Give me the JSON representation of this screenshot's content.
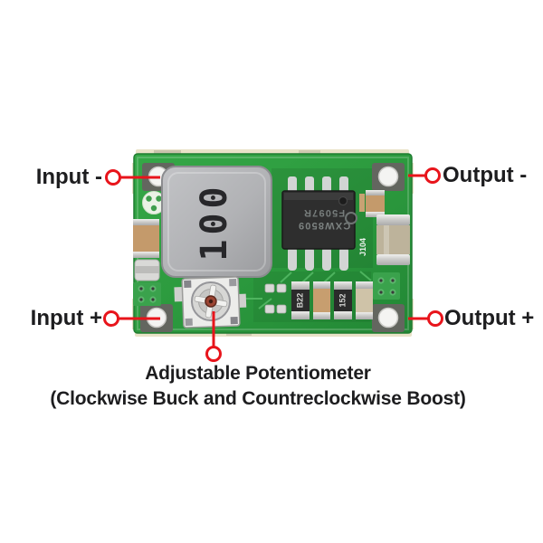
{
  "diagram_title": "Mini DC-DC converter module pinout diagram",
  "annotations": {
    "input_minus": "Input -",
    "input_plus": "Input +",
    "output_minus": "Output -",
    "output_plus": "Output +",
    "pot_title": "Adjustable Potentiometer",
    "pot_subtitle": "(Clockwise Buck and Countreclockwise Boost)"
  },
  "board_markings": {
    "inductor_value": "100",
    "ic_line1": "CXW8509",
    "ic_line2": "F5097R",
    "silkscreen_ref": "J104",
    "resistor1": "B22",
    "resistor2": "152"
  },
  "colors": {
    "annotation_red": "#e8141b",
    "label_text": "#1d1d1f",
    "pcb_green": "#2f9e41",
    "pcb_green_dark": "#1f7c31",
    "board_edge_cream": "#e9e2c8",
    "inductor_gray": "#b1b2b5",
    "ic_black": "#2e2e2e",
    "capacitor_tan": "#c49a6b",
    "solder_silver": "#d6d6d4"
  }
}
